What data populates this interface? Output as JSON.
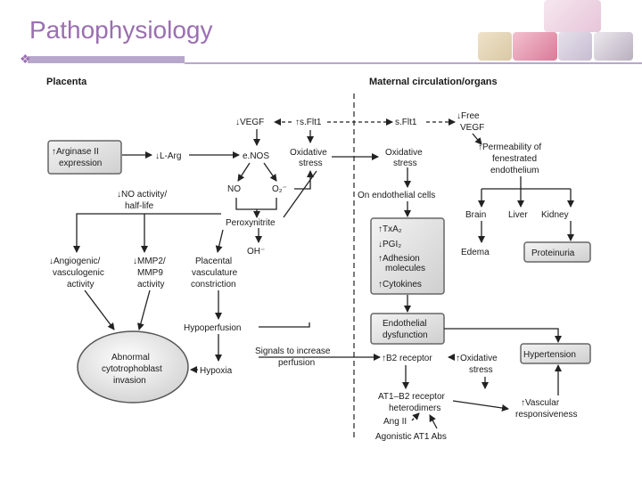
{
  "slide": {
    "title": "Pathophysiology",
    "accent_color": "#9a6fb0",
    "bullet_icon": "diamond-bullet-icon"
  },
  "headers": {
    "placenta": "Placenta",
    "maternal": "Maternal circulation/organs"
  },
  "labels": {
    "vegf": "↓VEGF",
    "sflt1_left": "↑s.Flt1",
    "sflt1_right": "s.Flt1",
    "free_vegf_1": "↓Free",
    "free_vegf_2": "VEGF",
    "arginase_1": "↑Arginase II",
    "arginase_2": "expression",
    "l_arg": "↓L-Arg",
    "enos": "e.NOS",
    "oxstress_l1": "Oxidative",
    "oxstress_l2": "stress",
    "oxstress_r1": "Oxidative",
    "oxstress_r2": "stress",
    "perm_1": "↑Permeability of",
    "perm_2": "fenestrated",
    "perm_3": "endothelium",
    "no": "NO",
    "o2": "O₂⁻",
    "no_activity_1": "↓NO activity/",
    "no_activity_2": "half-life",
    "on_endothelial": "On endothelial cells",
    "brain": "Brain",
    "liver": "Liver",
    "kidney": "Kidney",
    "peroxynitrite": "Peroxynitrite",
    "oh": "OH⁻",
    "txa2": "↑TxA₂",
    "pgi2": "↓PGI₂",
    "adhesion_1": "↑Adhesion",
    "adhesion_2": "molecules",
    "cytokines": "↑Cytokines",
    "edema": "Edema",
    "proteinuria": "Proteinuria",
    "angio_1": "↓Angiogenic/",
    "angio_2": "vasculogenic",
    "angio_3": "activity",
    "mmp_1": "↓MMP2/",
    "mmp_2": "MMP9",
    "mmp_3": "activity",
    "placental_1": "Placental",
    "placental_2": "vasculature",
    "placental_3": "constriction",
    "hypoperfusion": "Hypoperfusion",
    "endo_dys_1": "Endothelial",
    "endo_dys_2": "dysfunction",
    "abnormal_1": "Abnormal",
    "abnormal_2": "cytotrophoblast",
    "abnormal_3": "invasion",
    "signals_1": "Signals to increase",
    "signals_2": "perfusion",
    "hypoxia": "Hypoxia",
    "b2_receptor": "↑B2 receptor",
    "oxstress_b1": "↑Oxidative",
    "oxstress_b2": "stress",
    "hypertension": "Hypertension",
    "at1_1": "AT1–B2 receptor",
    "at1_2": "heterodimers",
    "vascular_1": "↑Vascular",
    "vascular_2": "responsiveness",
    "ang2": "Ang II",
    "agonistic": "Agonistic AT1 Abs"
  }
}
